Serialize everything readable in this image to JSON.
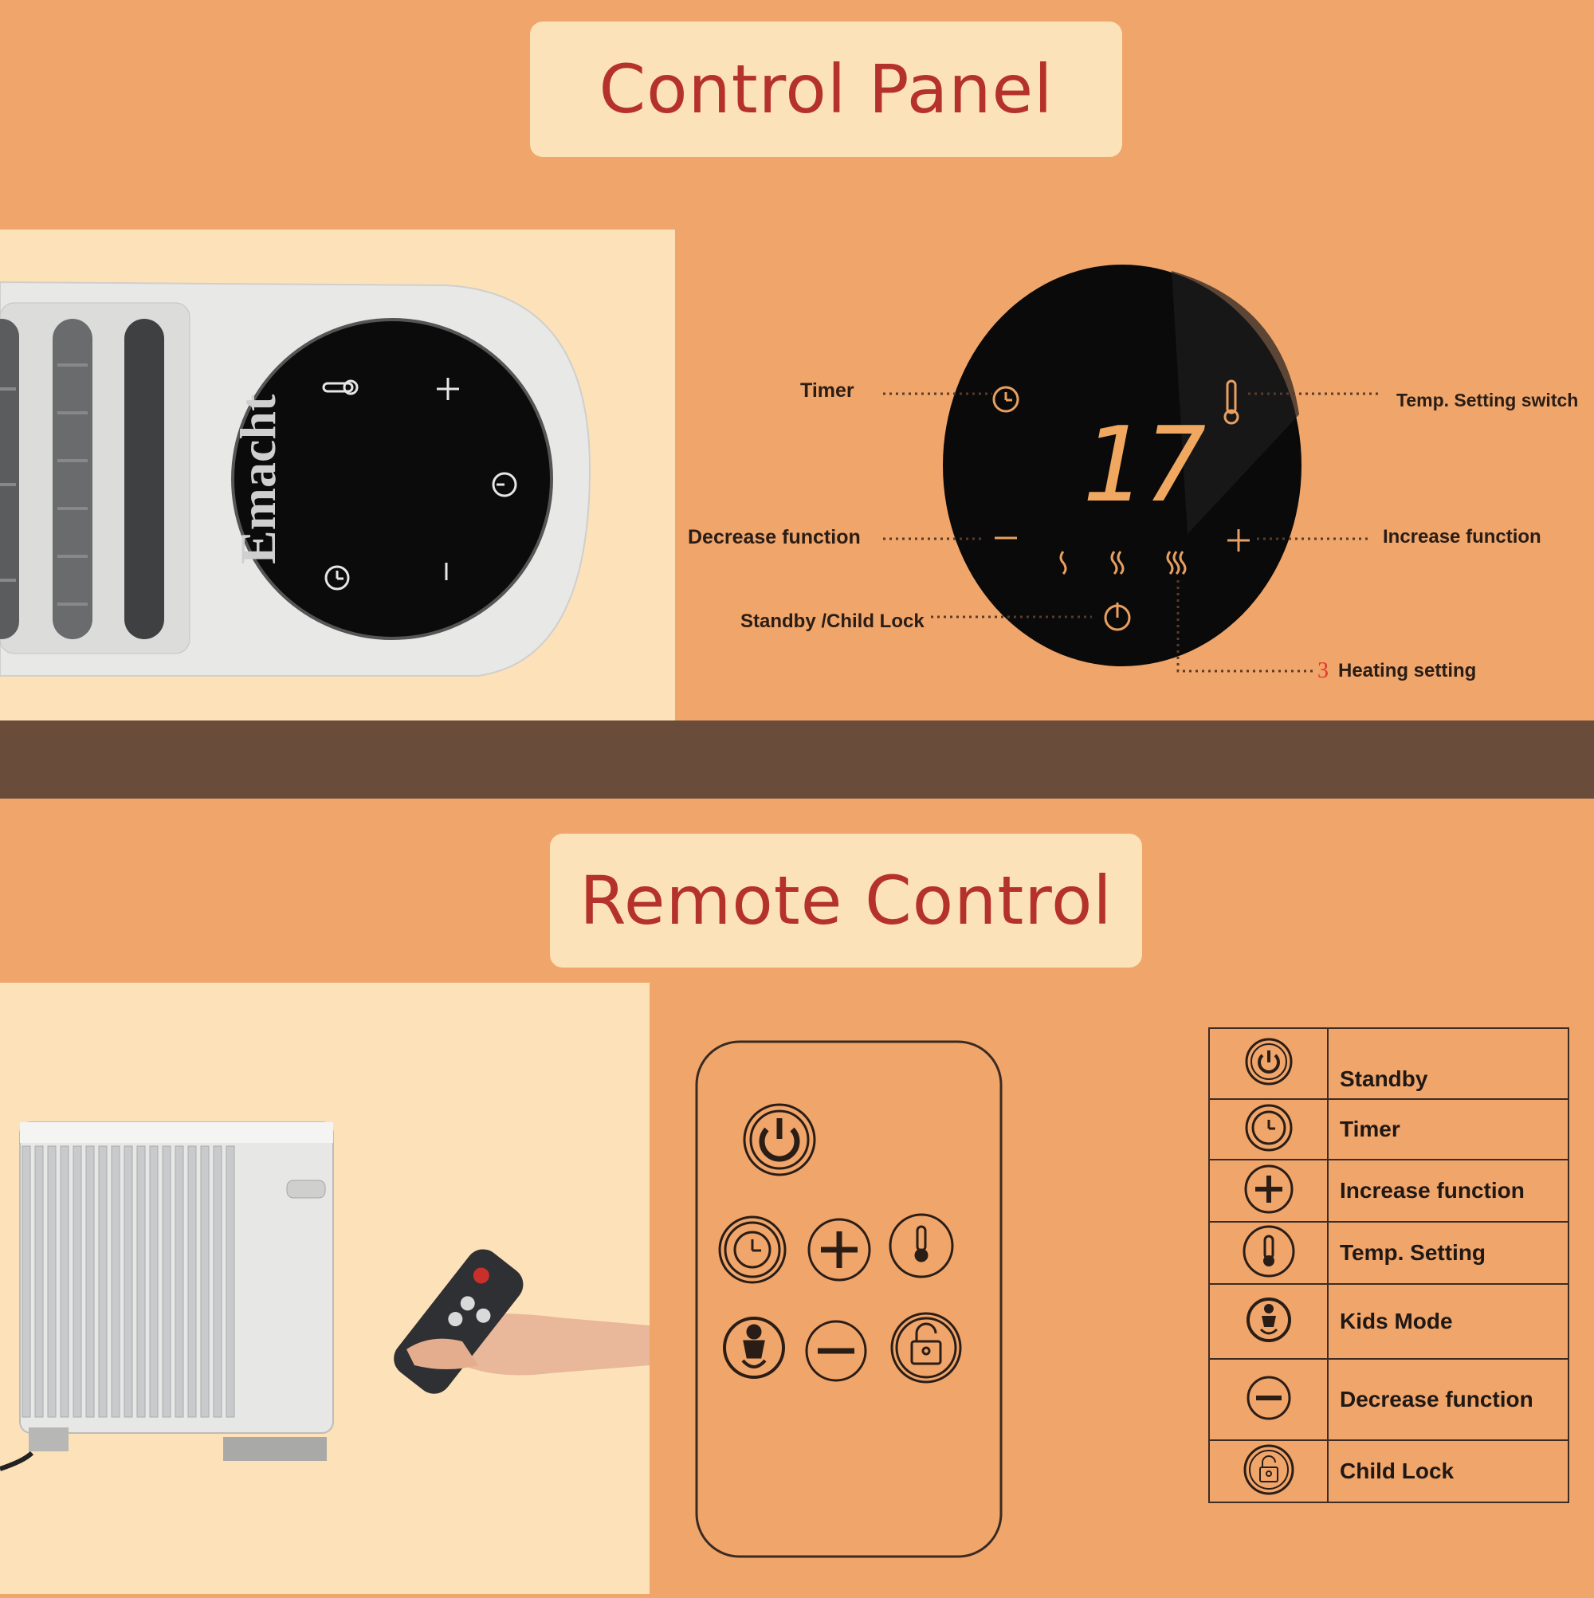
{
  "sections": {
    "control_panel_title": "Control Panel",
    "remote_control_title": "Remote Control"
  },
  "panel_photo": {
    "brand_text": "Emacht"
  },
  "panel_diagram": {
    "display_value": "17",
    "labels": {
      "timer": "Timer",
      "temp_switch": "Temp. Setting switch",
      "decrease": "Decrease function",
      "increase": "Increase function",
      "standby": "Standby /Child Lock",
      "heating_number": "3",
      "heating": "Heating setting"
    }
  },
  "legend": [
    {
      "icon": "power-icon",
      "label": "Standby"
    },
    {
      "icon": "clock-icon",
      "label": "Timer"
    },
    {
      "icon": "plus-icon",
      "label": "Increase function"
    },
    {
      "icon": "thermometer-icon",
      "label": "Temp. Setting"
    },
    {
      "icon": "kids-icon",
      "label": "Kids Mode"
    },
    {
      "icon": "minus-icon",
      "label": "Decrease function"
    },
    {
      "icon": "lock-icon",
      "label": "Child Lock"
    }
  ],
  "colors": {
    "background": "#f0a56b",
    "cream": "#fde2b9",
    "divider": "#6a4c3b",
    "title_red": "#b5322b",
    "display_orange": "#f0a860"
  }
}
